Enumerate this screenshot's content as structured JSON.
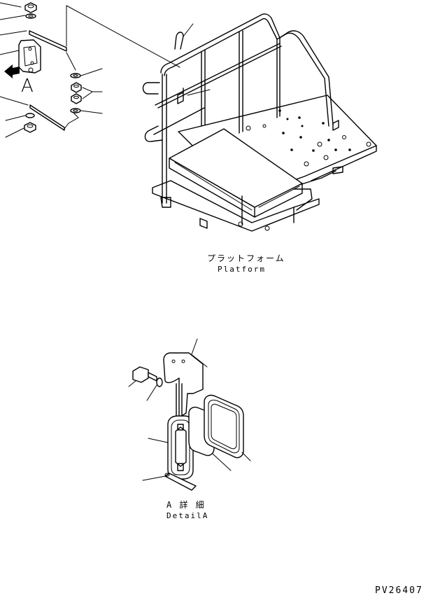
{
  "platform": {
    "caption_jp": "プラットフォーム",
    "caption_en": "Platform"
  },
  "detail": {
    "caption_jp": "A 詳 細",
    "caption_en": "DetailA"
  },
  "view_letter": "A",
  "drawing_code": "PV26407"
}
